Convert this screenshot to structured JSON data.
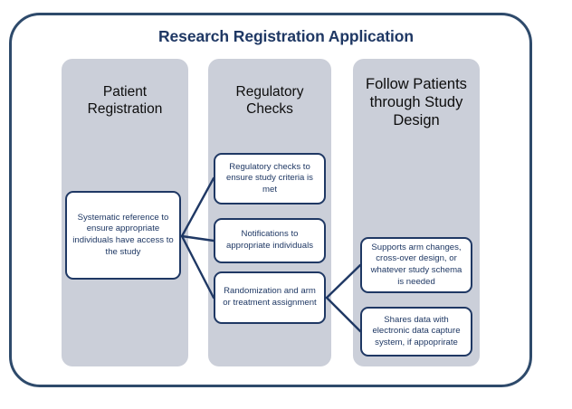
{
  "diagram": {
    "title": "Research Registration Application",
    "type": "process-flow",
    "colors": {
      "frame_border": "#2e4a6b",
      "title_text": "#1f3864",
      "lane_fill": "#cbcfd9",
      "lane_title_text": "#0d0d0d",
      "node_fill": "#ffffff",
      "node_border": "#1f3864",
      "node_text": "#1f3864",
      "connector": "#1f3864",
      "background": "#ffffff"
    },
    "lanes": [
      {
        "id": "patient",
        "title": "Patient\nRegistration"
      },
      {
        "id": "regulatory",
        "title": "Regulatory\nChecks"
      },
      {
        "id": "follow",
        "title": "Follow Patients\nthrough Study\nDesign"
      }
    ],
    "lane_titles": {
      "patient_line1": "Patient",
      "patient_line2": "Registration",
      "regulatory_line1": "Regulatory",
      "regulatory_line2": "Checks",
      "follow_line1": "Follow Patients",
      "follow_line2": "through Study",
      "follow_line3": "Design"
    },
    "nodes": [
      {
        "id": "systematic",
        "lane": "patient",
        "text": "Systematic reference to ensure appropriate individuals have access to the study"
      },
      {
        "id": "regchecks",
        "lane": "regulatory",
        "text": "Regulatory checks to ensure study criteria is met"
      },
      {
        "id": "notify",
        "lane": "regulatory",
        "text": "Notifications to appropriate individuals"
      },
      {
        "id": "random",
        "lane": "regulatory",
        "text": "Randomization and arm or treatment assignment"
      },
      {
        "id": "armchanges",
        "lane": "follow",
        "text": "Supports arm changes, cross-over design, or whatever study schema is needed"
      },
      {
        "id": "edc",
        "lane": "follow",
        "text": "Shares data with electronic data capture system, if appoprirate"
      }
    ],
    "connections": [
      {
        "from": "systematic",
        "to": "regchecks"
      },
      {
        "from": "systematic",
        "to": "notify"
      },
      {
        "from": "systematic",
        "to": "random"
      },
      {
        "from": "random",
        "to": "armchanges"
      },
      {
        "from": "random",
        "to": "edc"
      }
    ]
  }
}
